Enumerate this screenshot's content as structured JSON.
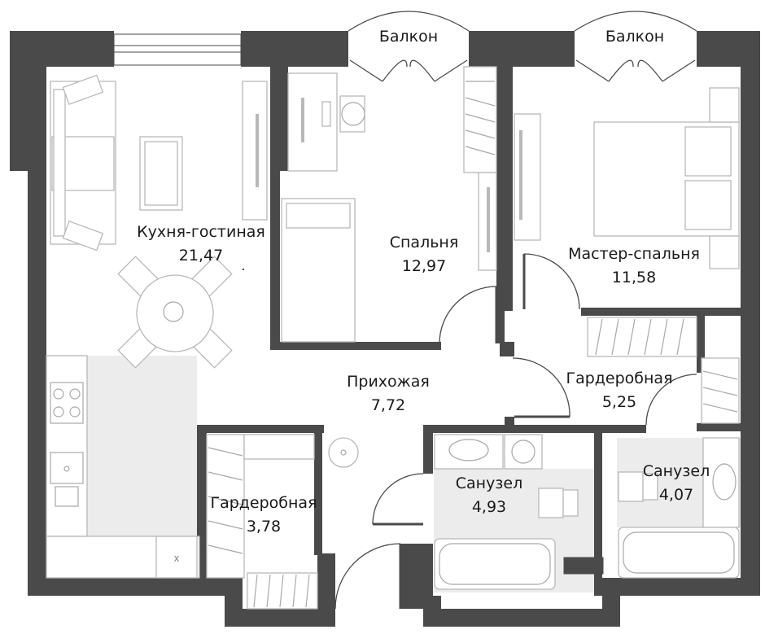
{
  "plan": {
    "balconies": [
      {
        "id": "left",
        "label": "Балкон"
      },
      {
        "id": "right",
        "label": "Балкон"
      }
    ],
    "rooms": [
      {
        "id": "living-kitchen",
        "name": "Кухня-гостиная",
        "area": "21,47"
      },
      {
        "id": "bedroom",
        "name": "Спальня",
        "area": "12,97"
      },
      {
        "id": "master-bedroom",
        "name": "Мастер-спальня",
        "area": "11,58"
      },
      {
        "id": "hallway",
        "name": "Прихожая",
        "area": "7,72"
      },
      {
        "id": "wardrobe-right",
        "name": "Гардеробная",
        "area": "5,25"
      },
      {
        "id": "bathroom-1",
        "name": "Санузел",
        "area": "4,93"
      },
      {
        "id": "bathroom-2",
        "name": "Санузел",
        "area": "4,07"
      },
      {
        "id": "wardrobe-left",
        "name": "Гардеробная",
        "area": "3,78"
      }
    ],
    "colors": {
      "wall": "#4a4a4a",
      "tile": "#ececec",
      "furniture": "#b8b8b8"
    }
  }
}
